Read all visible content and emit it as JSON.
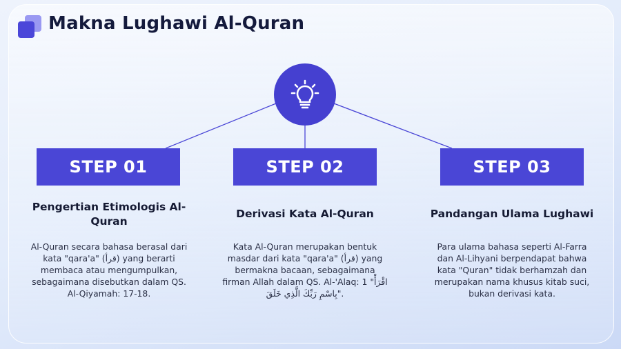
{
  "header": {
    "title": "Makna Lughawi Al-Quran",
    "logo_icon": "stacked-squares-icon",
    "accent": "#4a46d6"
  },
  "hub": {
    "icon": "lightbulb-icon"
  },
  "steps": [
    {
      "label": "STEP 01",
      "heading": "Pengertian Etimologis Al-Quran",
      "text": "Al-Quran secara bahasa berasal dari kata \"qara'a\" (قرأ) yang berarti membaca atau mengumpulkan, sebagaimana disebutkan dalam QS. Al-Qiyamah: 17-18."
    },
    {
      "label": "STEP 02",
      "heading": "Derivasi Kata Al-Quran",
      "text": "Kata Al-Quran merupakan bentuk masdar dari kata \"qara'a\" (قرأ) yang bermakna bacaan, sebagaimana firman Allah dalam QS. Al-'Alaq: 1 \"اقْرَأْ بِاسْمِ رَبِّكَ الَّذِي خَلَقَ\"."
    },
    {
      "label": "STEP 03",
      "heading": "Pandangan Ulama Lughawi",
      "text": "Para ulama bahasa seperti Al-Farra dan Al-Lihyani berpendapat bahwa kata \"Quran\" tidak berhamzah dan merupakan nama khusus kitab suci, bukan derivasi kata."
    }
  ]
}
